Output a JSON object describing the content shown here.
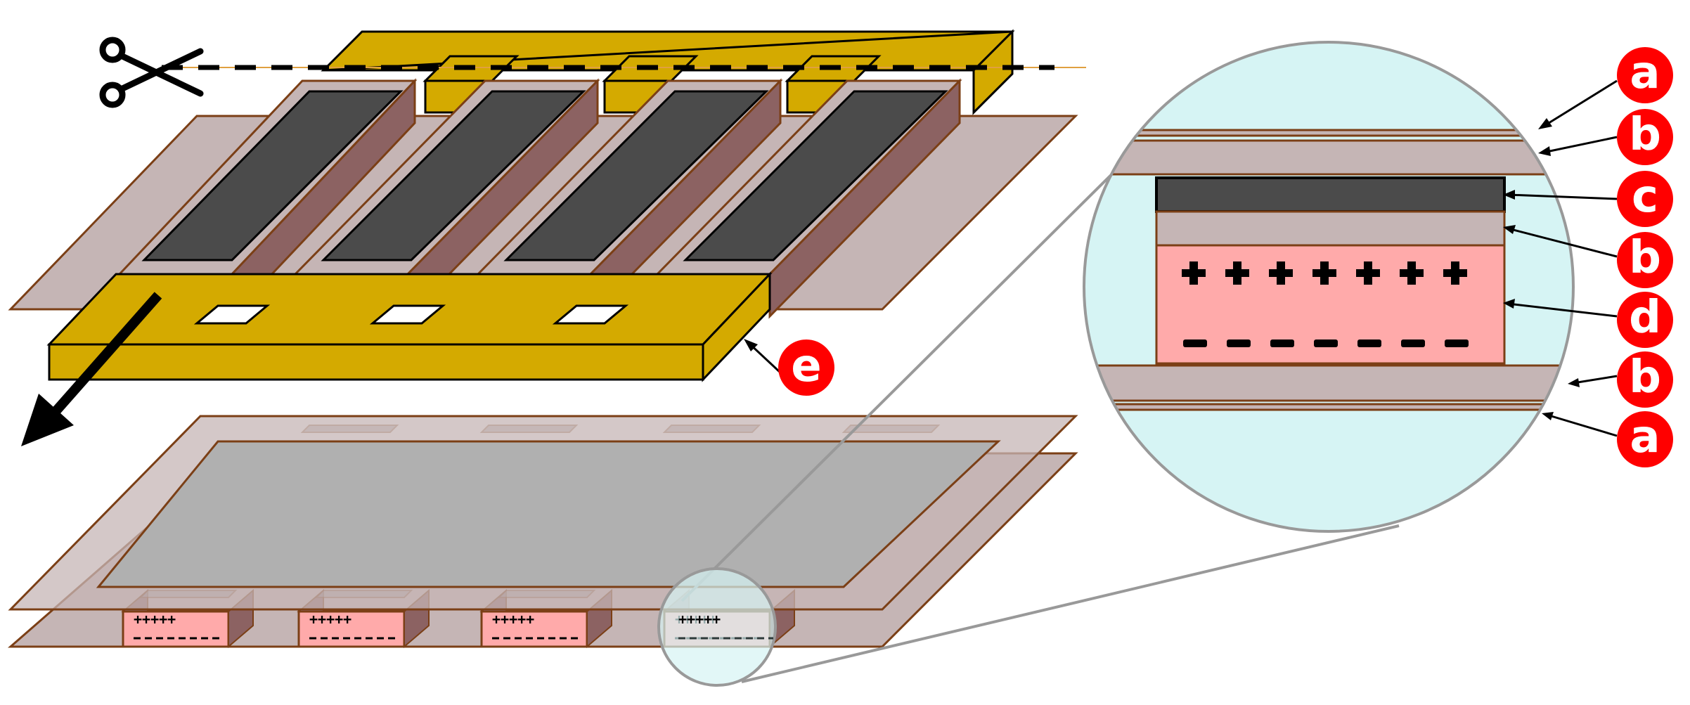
{
  "labels": {
    "a1": "a",
    "b1": "b",
    "c": "c",
    "b2": "b",
    "d": "d",
    "b3": "b",
    "a2": "a",
    "e": "e"
  },
  "icons": {
    "scissors": "scissors-icon",
    "arrow": "down-left-arrow-icon"
  },
  "colors": {
    "frame_gold": "#d4aa00",
    "film_mauve": "#c5b5b5",
    "film_edge": "#7b3f16",
    "electrode_dark": "#4b4b4b",
    "electrode_gray": "#b0b0b0",
    "charge_pink": "#ffaaaa",
    "zoom_cyan": "#d6f4f4",
    "label_red": "#ff0000"
  }
}
